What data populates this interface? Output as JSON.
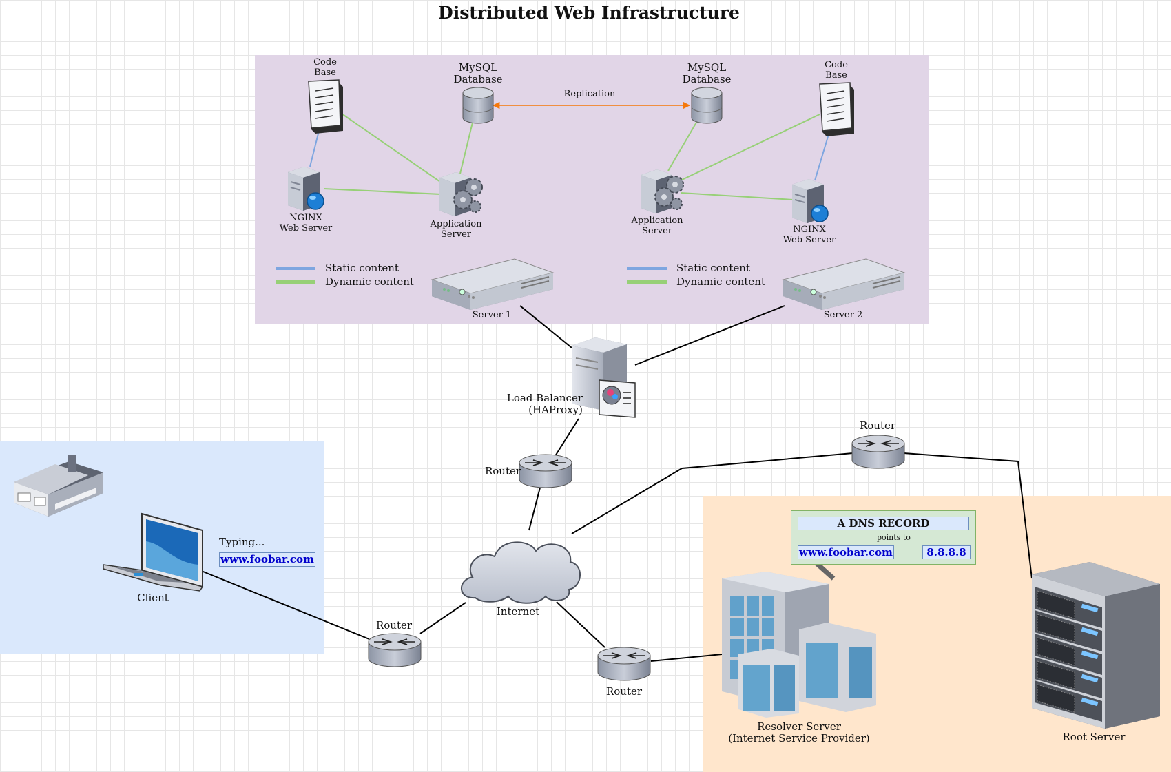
{
  "title": "Distributed Web Infrastructure",
  "server1": {
    "code_base": "Code\nBase",
    "mysql": "MySQL\nDatabase",
    "nginx": "NGINX\nWeb Server",
    "app_server": "Application\nServer",
    "server": "Server 1",
    "legend_static": "Static content",
    "legend_dynamic": "Dynamic content"
  },
  "server2": {
    "code_base": "Code\nBase",
    "mysql": "MySQL\nDatabase",
    "nginx": "NGINX\nWeb Server",
    "app_server": "Application\nServer",
    "server": "Server 2",
    "legend_static": "Static content",
    "legend_dynamic": "Dynamic content"
  },
  "replication": "Replication",
  "load_balancer": "Load Balancer\n(HAProxy)",
  "routers": {
    "lb": "Router",
    "top_right": "Router",
    "client": "Router",
    "resolver": "Router"
  },
  "internet": "Internet",
  "client": {
    "label": "Client",
    "typing": "Typing...",
    "url": "www.foobar.com"
  },
  "dns": {
    "title": "A DNS RECORD",
    "points_to": "points to",
    "domain": "www.foobar.com",
    "ip": "8.8.8.8"
  },
  "resolver": "Resolver Server\n(Internet Service Provider)",
  "root_server": "Root Server",
  "colors": {
    "static": "#7ea6e0",
    "dynamic": "#97d077",
    "replication": "#f5780a",
    "server_zone": "#e1d5e7",
    "client_zone": "#dae8fc",
    "isp_zone": "#ffe6cc",
    "dns_box": "#d5e8d4"
  }
}
